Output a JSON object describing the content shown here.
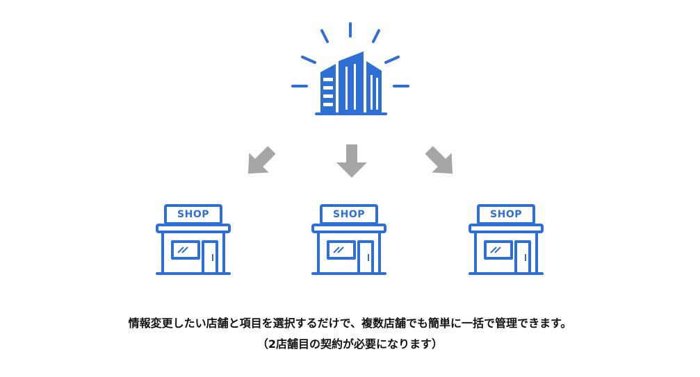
{
  "colors": {
    "accent": "#2e6fd6",
    "arrow": "#a6a6a6",
    "text": "#111111"
  },
  "icons": {
    "headquarters": "office-building-icon",
    "arrows": [
      "arrow-down-left-icon",
      "arrow-down-icon",
      "arrow-down-right-icon"
    ],
    "shop": "storefront-icon"
  },
  "shops": [
    {
      "sign": "SHOP"
    },
    {
      "sign": "SHOP"
    },
    {
      "sign": "SHOP"
    }
  ],
  "caption": {
    "line1": "情報変更したい店舗と項目を選択するだけで、複数店舗でも簡単に一括で管理できます。",
    "line2": "（2店舗目の契約が必要になります）"
  }
}
